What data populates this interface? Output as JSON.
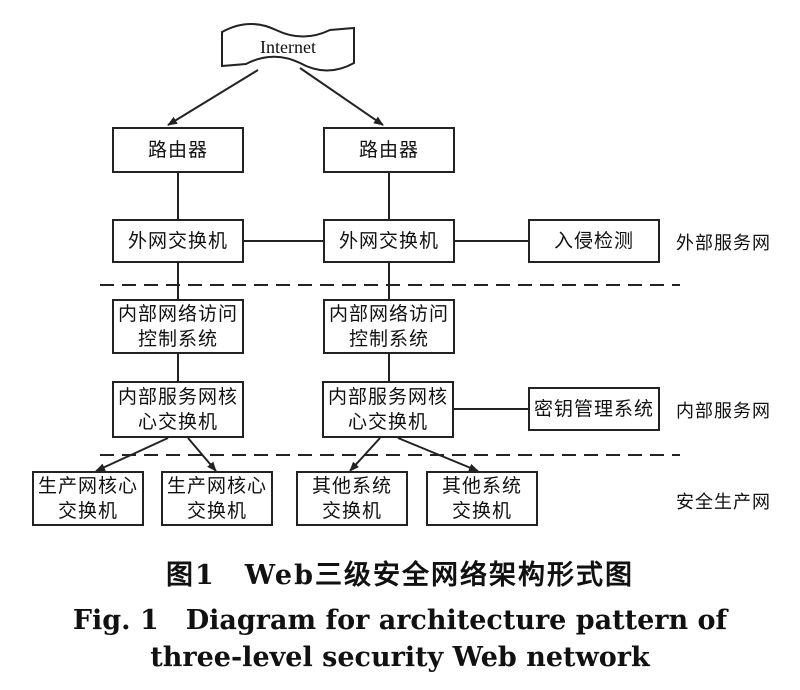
{
  "internet": "Internet",
  "routers": [
    "路由器",
    "路由器"
  ],
  "outer_switches": [
    "外网交换机",
    "外网交换机"
  ],
  "intrusion_detection": "入侵检测",
  "access_control": [
    [
      "内部网络访问",
      "控制系统"
    ],
    [
      "内部网络访问",
      "控制系统"
    ]
  ],
  "core_switches": [
    [
      "内部服务网核",
      "心交换机"
    ],
    [
      "内部服务网核",
      "心交换机"
    ]
  ],
  "key_management": "密钥管理系统",
  "production_switches": [
    [
      "生产网核心",
      "交换机"
    ],
    [
      "生产网核心",
      "交换机"
    ]
  ],
  "other_switches": [
    [
      "其他系统",
      "交换机"
    ],
    [
      "其他系统",
      "交换机"
    ]
  ],
  "zones": {
    "external": "外部服务网",
    "internal": "内部服务网",
    "production": "安全生产网"
  },
  "caption": {
    "cn": "图1　Web三级安全网络架构形式图",
    "en_line1": "Fig. 1　Diagram for architecture pattern of",
    "en_line2": "three-level security Web network"
  }
}
